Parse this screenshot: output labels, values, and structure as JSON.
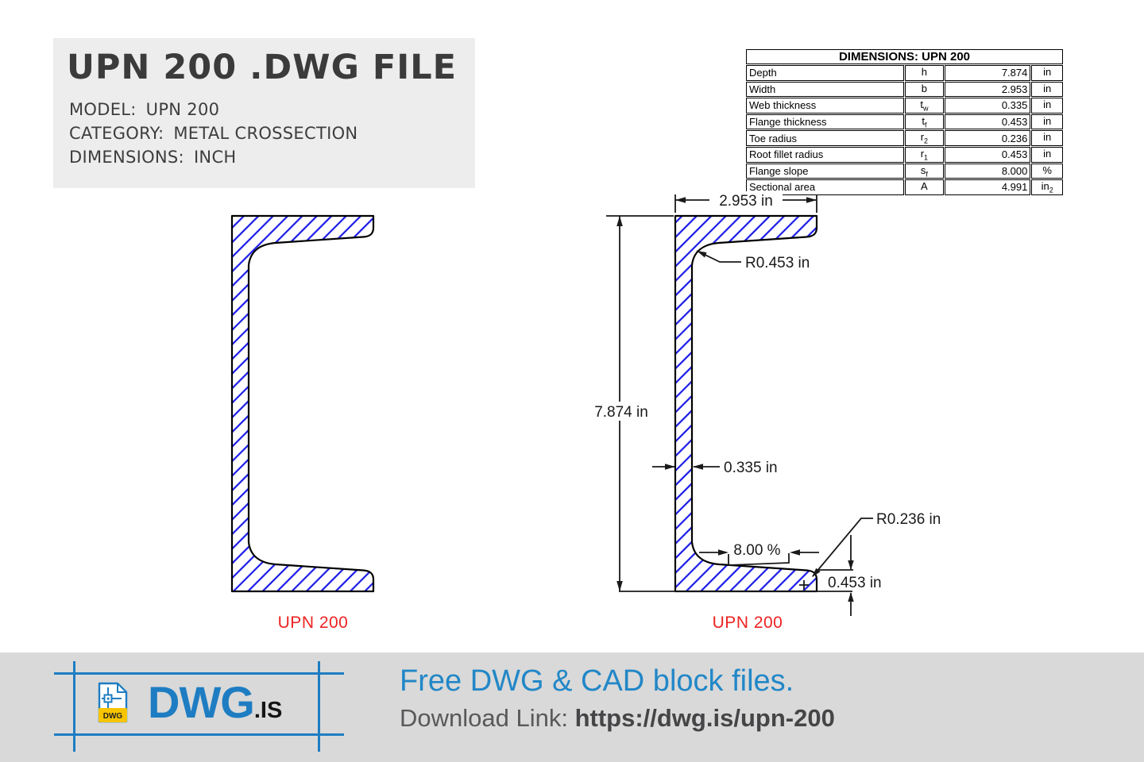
{
  "header": {
    "title": "UPN 200 .DWG FILE",
    "model_label": "MODEL:",
    "model_value": "UPN 200",
    "category_label": "CATEGORY:",
    "category_value": "METAL CROSSECTION",
    "dimensions_label": "DIMENSIONS:",
    "dimensions_value": "INCH"
  },
  "dims_table": {
    "title": "DIMENSIONS: UPN 200",
    "rows": [
      {
        "name": "Depth",
        "symbol": "h",
        "symbol_sub": "",
        "value": "7.874",
        "unit": "in",
        "unit_sub": ""
      },
      {
        "name": "Width",
        "symbol": "b",
        "symbol_sub": "",
        "value": "2.953",
        "unit": "in",
        "unit_sub": ""
      },
      {
        "name": "Web thickness",
        "symbol": "t",
        "symbol_sub": "w",
        "value": "0.335",
        "unit": "in",
        "unit_sub": ""
      },
      {
        "name": "Flange thickness",
        "symbol": "t",
        "symbol_sub": "f",
        "value": "0.453",
        "unit": "in",
        "unit_sub": ""
      },
      {
        "name": "Toe radius",
        "symbol": "r",
        "symbol_sub": "2",
        "value": "0.236",
        "unit": "in",
        "unit_sub": ""
      },
      {
        "name": "Root fillet radius",
        "symbol": "r",
        "symbol_sub": "1",
        "value": "0.453",
        "unit": "in",
        "unit_sub": ""
      },
      {
        "name": "Flange slope",
        "symbol": "s",
        "symbol_sub": "f",
        "value": "8.000",
        "unit": "%",
        "unit_sub": ""
      },
      {
        "name": "Sectional area",
        "symbol": "A",
        "symbol_sub": "",
        "value": "4.991",
        "unit": "in",
        "unit_sub": "2"
      }
    ]
  },
  "drawings": {
    "left_label": "UPN 200",
    "right_label": "UPN 200",
    "annotations": {
      "width_dim": "2.953 in",
      "height_dim": "7.874 in",
      "root_radius": "R0.453 in",
      "web_thickness": "0.335 in",
      "flange_slope": "8.00 %",
      "toe_radius": "R0.236 in",
      "flange_thickness": "0.453 in"
    },
    "colors": {
      "hatch": "#1a1ae8",
      "outline": "#000000",
      "label": "#ee2222",
      "dim": "#1a1a1a"
    }
  },
  "footer": {
    "logo_badge": "DWG",
    "logo_text": "DWG",
    "logo_suffix": ".IS",
    "tagline": "Free DWG & CAD block files.",
    "download_label": "Download Link: ",
    "download_url": "https://dwg.is/upn-200",
    "accent_color": "#1e7dc2"
  }
}
